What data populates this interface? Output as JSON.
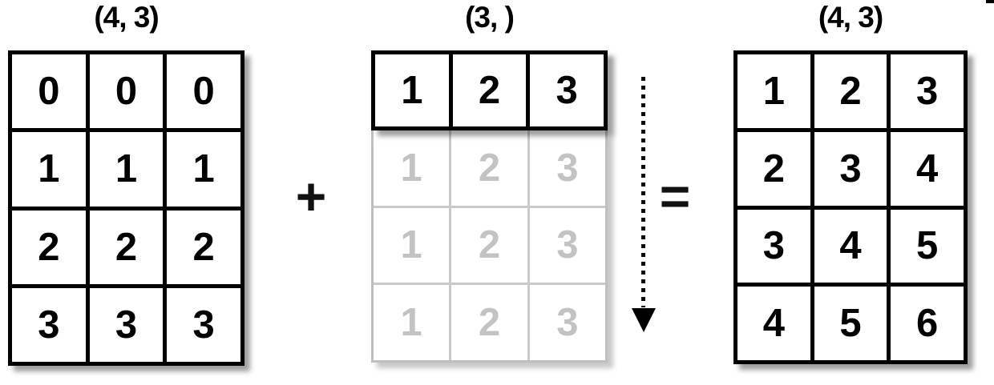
{
  "colors": {
    "ink": "#000000",
    "ghost_text": "#c3c3c3",
    "ghost_line": "#c9c9c9",
    "background": "#ffffff"
  },
  "left_matrix": {
    "shape_label": "(4, 3)",
    "rows": [
      [
        "0",
        "0",
        "0"
      ],
      [
        "1",
        "1",
        "1"
      ],
      [
        "2",
        "2",
        "2"
      ],
      [
        "3",
        "3",
        "3"
      ]
    ]
  },
  "operators": {
    "plus": "+",
    "equals": "="
  },
  "middle_matrix": {
    "shape_label": "(3, )",
    "solid_row": [
      "1",
      "2",
      "3"
    ],
    "ghost_rows": [
      [
        "1",
        "2",
        "3"
      ],
      [
        "1",
        "2",
        "3"
      ],
      [
        "1",
        "2",
        "3"
      ]
    ]
  },
  "right_matrix": {
    "shape_label": "(4, 3)",
    "rows": [
      [
        "1",
        "2",
        "3"
      ],
      [
        "2",
        "3",
        "4"
      ],
      [
        "3",
        "4",
        "5"
      ],
      [
        "4",
        "5",
        "6"
      ]
    ]
  }
}
